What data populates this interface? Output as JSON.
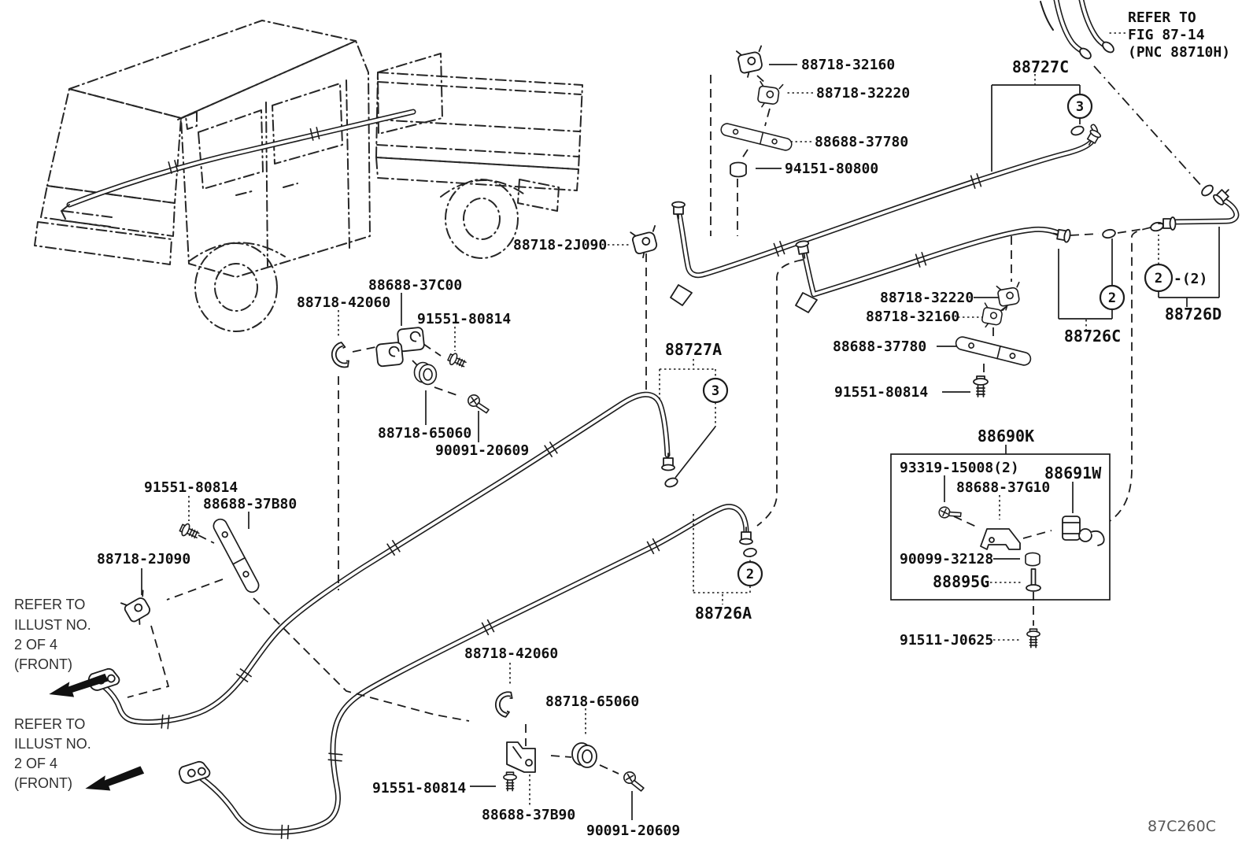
{
  "diagram_code": "87C260C",
  "notes": {
    "refer_fig": [
      "REFER TO",
      "FIG 87-14",
      "(PNC 88710H)"
    ],
    "refer_illust": [
      "REFER TO",
      "ILLUST NO.",
      "2 OF 4",
      "(FRONT)"
    ]
  },
  "assemblies": {
    "a88727C": "88727C",
    "a88727A": "88727A",
    "a88726A": "88726A",
    "a88726C": "88726C",
    "a88726D": "88726D",
    "a88690K": "88690K",
    "a88691W": "88691W",
    "a88895G": "88895G",
    "qty_note": "-(2)"
  },
  "parts": {
    "p32160": "88718-32160",
    "p32220": "88718-32220",
    "p37780": "88688-37780",
    "p94151": "94151-80800",
    "p2J090": "88718-2J090",
    "p37C00": "88688-37C00",
    "p42060": "88718-42060",
    "p80814": "91551-80814",
    "p65060": "88718-65060",
    "p20609": "90091-20609",
    "p37B80": "88688-37B80",
    "p37B90": "88688-37B90",
    "p93319": "93319-15008(2)",
    "p37G10": "88688-37G10",
    "p90099": "90099-32128",
    "p91511": "91511-J0625"
  },
  "badges": {
    "two": "2",
    "three": "3"
  }
}
